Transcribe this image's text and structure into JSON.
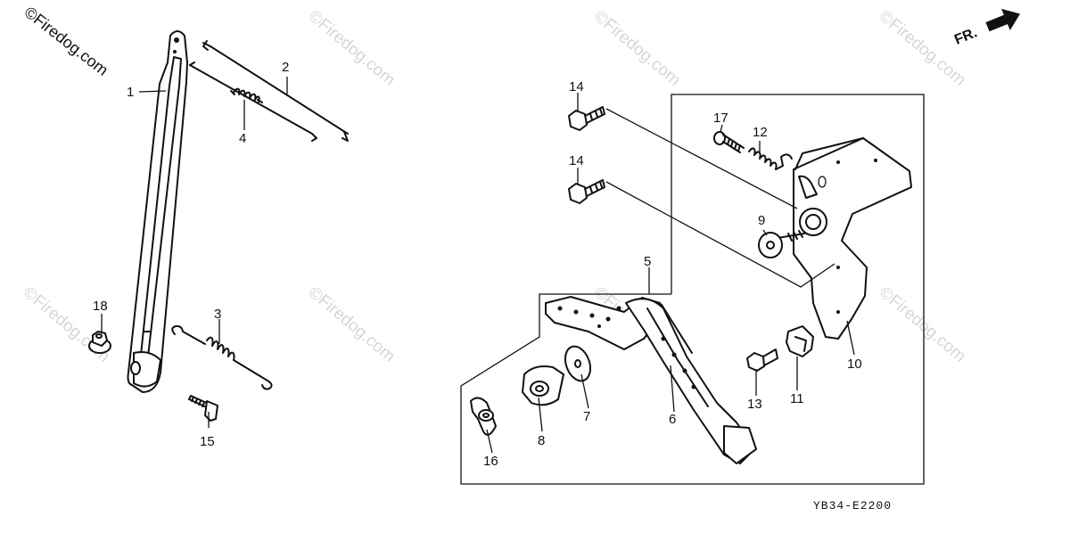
{
  "copyright": "©Firedog.com",
  "watermark_text": "©Firedog.com",
  "direction_label": "FR.",
  "diagram_code": "YB34-E2200",
  "callouts": {
    "p1": "1",
    "p2": "2",
    "p3": "3",
    "p4": "4",
    "p5": "5",
    "p6": "6",
    "p7": "7",
    "p8": "8",
    "p9": "9",
    "p10": "10",
    "p11": "11",
    "p12": "12",
    "p13": "13",
    "p14a": "14",
    "p14b": "14",
    "p15": "15",
    "p16": "16",
    "p17": "17",
    "p18": "18"
  },
  "colors": {
    "ink": "#111111",
    "watermark": "#d6d6d6",
    "background": "#ffffff"
  }
}
